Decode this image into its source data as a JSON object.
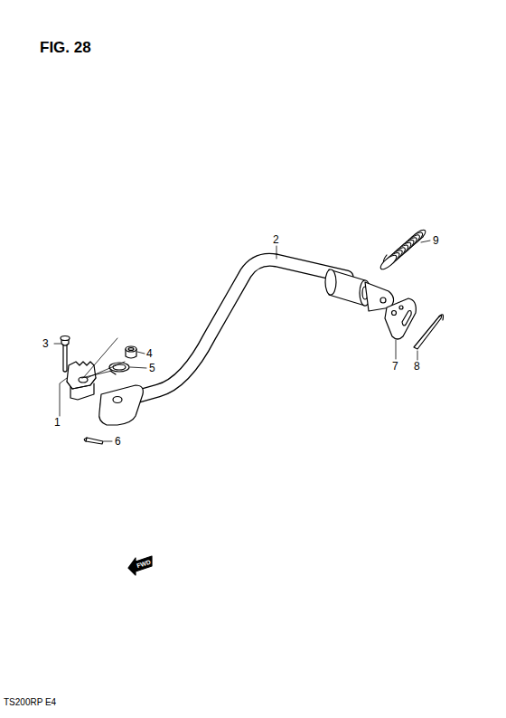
{
  "diagram": {
    "title": "FIG. 28",
    "labels": [
      "1",
      "2",
      "3",
      "4",
      "5",
      "6",
      "7",
      "8",
      "9",
      "FWD",
      "TS200RP E4"
    ]
  }
}
